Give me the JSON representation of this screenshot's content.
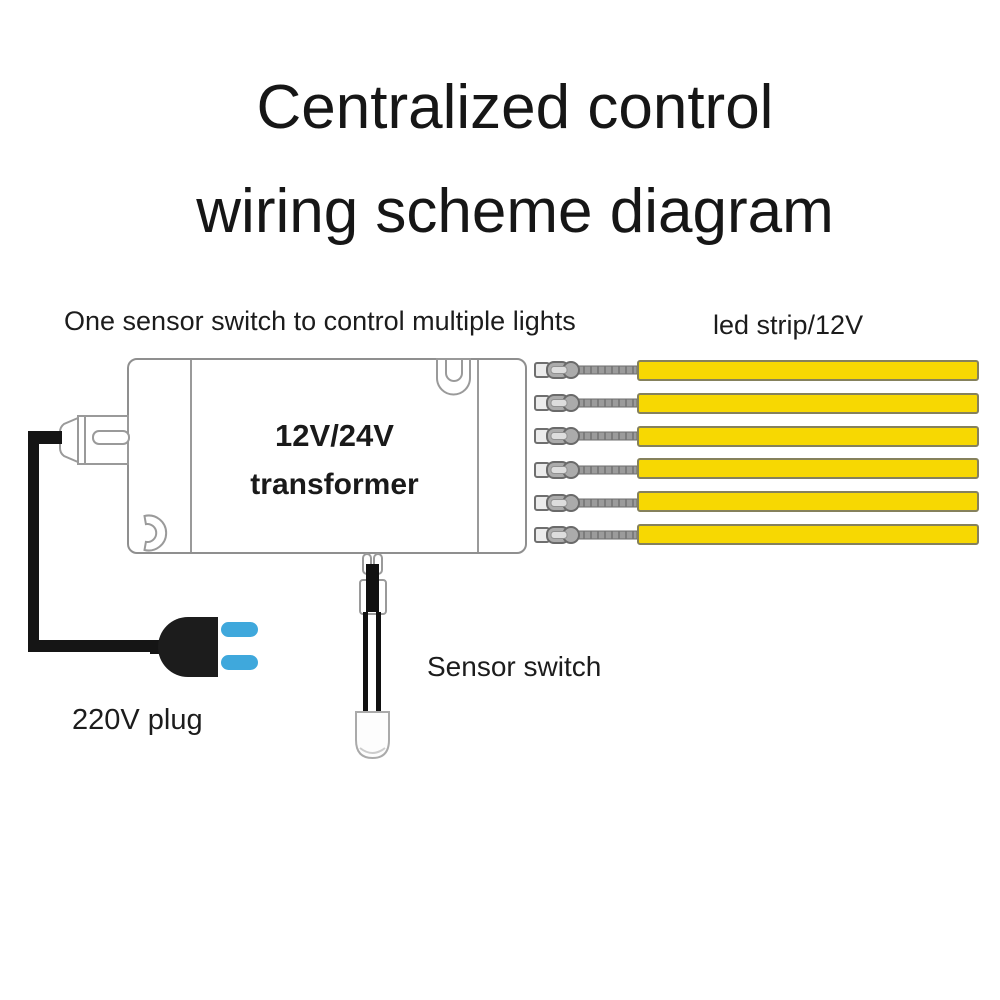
{
  "title": {
    "line1": "Centralized control",
    "line2": "wiring scheme diagram"
  },
  "annotations": {
    "sensor_control_note": "One sensor switch to control multiple lights",
    "led_strip_label": "led strip/12V",
    "sensor_switch_label": "Sensor switch",
    "plug_label": "220V plug"
  },
  "transformer": {
    "line1": "12V/24V",
    "line2": "transformer"
  },
  "led_strips": {
    "count": 6
  },
  "colors": {
    "strip_yellow": "#F7D802",
    "strip_border": "#85815C",
    "prong_blue": "#3FA8DC",
    "wire_black": "#151515",
    "outline_gray": "#9A9A9A",
    "connector_gray": "#ABABAB",
    "text": "#1C1C1C"
  }
}
